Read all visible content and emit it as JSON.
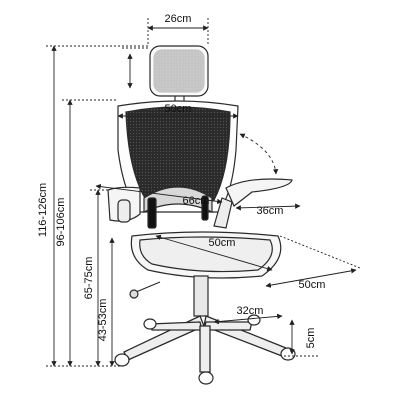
{
  "dimensions": {
    "headrest_width": "26cm",
    "backrest_width": "50cm",
    "armrest_span": "66cm",
    "armrest_depth": "36cm",
    "seat_depth": "50cm",
    "seat_width": "50cm",
    "leg_length": "32cm",
    "caster_height": "5cm",
    "total_height": "116-126cm",
    "backrest_top_height": "96-106cm",
    "armrest_height": "65-75cm",
    "seat_height": "43-53cm"
  },
  "colors": {
    "mesh": "#1f1f1f",
    "outline": "#2b2b2b",
    "frame": "#3a3a3a",
    "dimension_line": "#222222",
    "background": "#ffffff"
  }
}
